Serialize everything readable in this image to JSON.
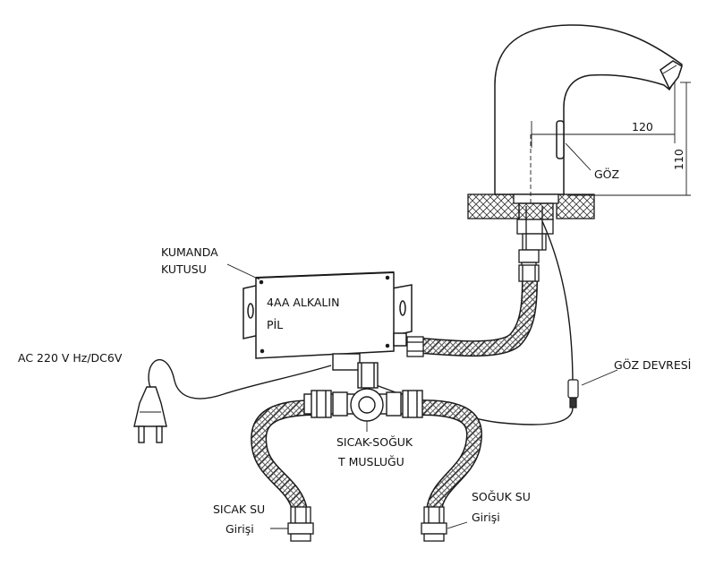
{
  "labels": {
    "control_box_line1": "KUMANDA",
    "control_box_line2": "KUTUSU",
    "battery_line1": "4AA ALKALIN",
    "battery_line2": "PİL",
    "power": "AC 220 V Hz/DC6V",
    "eye": "GÖZ",
    "eye_circuit": "GÖZ DEVRESİ",
    "valve_line1": "SICAK-SOĞUK",
    "valve_line2": "T MUSLUĞU",
    "hot_line1": "SICAK SU",
    "hot_line2": "Girişi",
    "cold_line1": "SOĞUK SU",
    "cold_line2": "Girişi"
  },
  "dimensions": {
    "spout_reach": "120",
    "spout_height": "110"
  },
  "colors": {
    "line": "#1a1a1a",
    "fill": "#ffffff",
    "hatch": "#333333"
  }
}
